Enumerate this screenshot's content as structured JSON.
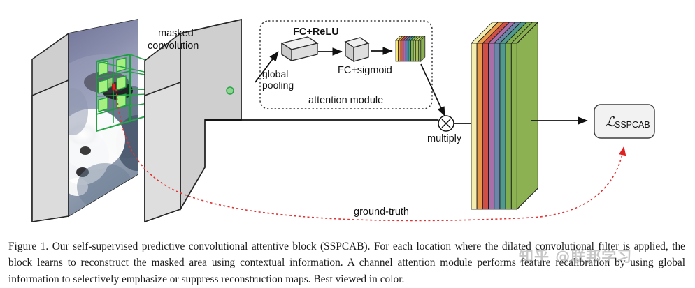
{
  "figure": {
    "labels": {
      "masked_convolution": "masked\nconvolution",
      "masked_convolution_line1": "masked",
      "masked_convolution_line2": "convolution",
      "global_pooling_line1": "global",
      "global_pooling_line2": "pooling",
      "fc_relu": "FC+ReLU",
      "fc_sigmoid": "FC+sigmoid",
      "attention_module": "attention module",
      "multiply": "multiply",
      "ground_truth": "ground-truth",
      "loss_symbol": "ℒ",
      "loss_subscript": "SSPCAB",
      "multiply_symbol": "×"
    },
    "colors": {
      "slab_face": "#d4d4d4",
      "slab_side": "#bdbdbd",
      "slab_top": "#e8e8e8",
      "outline": "#262626",
      "green_rays": "#1f9d3f",
      "green_mask": "#8ae86a",
      "red_dashed": "#e03030",
      "loss_box_fill": "#f2f2f2",
      "volume_green": "#8cb152",
      "background": "#ffffff"
    },
    "attention_channels": [
      "#f5e97a",
      "#f0a848",
      "#d9544f",
      "#9b6fb0",
      "#5b7fa8",
      "#3f9f8f",
      "#7fb84a",
      "#a8c85a",
      "#bcd36a",
      "#8cb152"
    ],
    "output_volume_channels": [
      "#f3edb0",
      "#e89b4a",
      "#cf4f47",
      "#a96fa8",
      "#6a86a8",
      "#4f9a8c",
      "#7fae4e",
      "#8cb152"
    ]
  },
  "caption": {
    "text": "Figure 1. Our self-supervised predictive convolutional attentive block (SSPCAB). For each location where the dilated convolutional filter is applied, the block learns to reconstruct the masked area using contextual information.  A channel attention module performs feature recalibration by using global information to selectively emphasize or suppress reconstruction maps. Best viewed in color."
  },
  "watermark": {
    "text": "知乎 @联邦学习"
  }
}
